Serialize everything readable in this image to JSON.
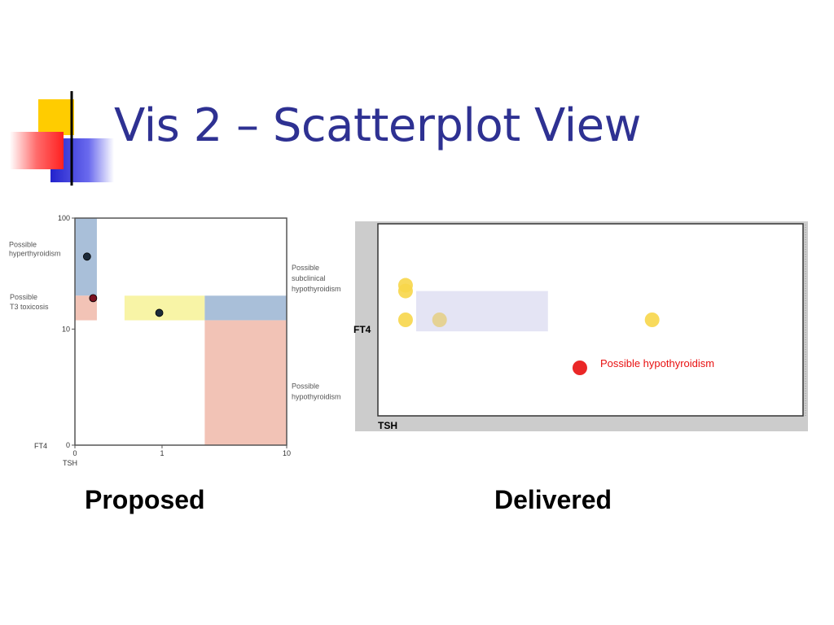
{
  "slide": {
    "title": "Vis 2 – Scatterplot View",
    "captions": {
      "proposed": "Proposed",
      "delivered": "Delivered"
    }
  },
  "colors": {
    "title": "#2e3192",
    "logo_yellow": "#ffcc00",
    "logo_red": "#ff3333",
    "logo_blue": "#2b2bd6",
    "region_blue": "#a9bfd9",
    "region_pink": "#f2c3b6",
    "region_yellow": "#f8f4a6",
    "highlight_lavender": "#e4e4f4",
    "point_dark": "#1c2a3a",
    "point_darkred": "#7a1020",
    "point_yellow": "#f7d64a",
    "point_tan": "#e4cf8a",
    "point_red": "#e81010",
    "frame_gray": "#cccccc"
  },
  "chart_data": [
    {
      "id": "proposed",
      "type": "scatter",
      "xlabel": "TSH",
      "ylabel": "FT4",
      "x_scale": "log",
      "y_scale": "log",
      "x_ticks": [
        {
          "value": 0,
          "label": "0"
        },
        {
          "value": 1,
          "label": "1"
        },
        {
          "value": 10,
          "label": "10"
        }
      ],
      "y_ticks": [
        {
          "value": 0,
          "label": "0"
        },
        {
          "value": 10,
          "label": "10"
        },
        {
          "value": 100,
          "label": "100"
        }
      ],
      "xlim": [
        0.2,
        10
      ],
      "ylim": [
        0.9,
        100
      ],
      "regions": [
        {
          "x": [
            0.2,
            0.3
          ],
          "y": [
            20,
            100
          ],
          "color": "region_blue",
          "label": "Possible\nhyperthyroidism"
        },
        {
          "x": [
            0.2,
            0.3
          ],
          "y": [
            12,
            20
          ],
          "color": "region_pink",
          "label": "Possible\nT3 toxicosis"
        },
        {
          "x": [
            0.5,
            2.2
          ],
          "y": [
            12,
            20
          ],
          "color": "region_yellow",
          "label": ""
        },
        {
          "x": [
            2.2,
            10
          ],
          "y": [
            12,
            20
          ],
          "color": "region_blue",
          "label": "Possible\nsubclinical\nhypothyroidism"
        },
        {
          "x": [
            2.2,
            10
          ],
          "y": [
            0.9,
            12
          ],
          "color": "region_pink",
          "label": "Possible\nhypothyroidism"
        }
      ],
      "points": [
        {
          "x": 0.25,
          "y": 45,
          "color": "point_dark"
        },
        {
          "x": 0.28,
          "y": 19,
          "color": "point_darkred"
        },
        {
          "x": 0.95,
          "y": 14,
          "color": "point_dark"
        }
      ]
    },
    {
      "id": "delivered",
      "type": "scatter",
      "xlabel": "TSH",
      "ylabel": "FT4",
      "xlim": [
        0,
        100
      ],
      "ylim": [
        0,
        100
      ],
      "highlight": {
        "x": [
          9,
          40
        ],
        "y": [
          44,
          65
        ],
        "color": "highlight_lavender"
      },
      "points": [
        {
          "x": 6.5,
          "y": 68,
          "color": "point_yellow"
        },
        {
          "x": 6.5,
          "y": 65,
          "color": "point_yellow"
        },
        {
          "x": 6.5,
          "y": 50,
          "color": "point_yellow"
        },
        {
          "x": 14.5,
          "y": 50,
          "color": "point_tan"
        },
        {
          "x": 64.5,
          "y": 50,
          "color": "point_yellow"
        },
        {
          "x": 47.5,
          "y": 25,
          "color": "point_red",
          "label": "Possible hypothyroidism"
        }
      ]
    }
  ]
}
